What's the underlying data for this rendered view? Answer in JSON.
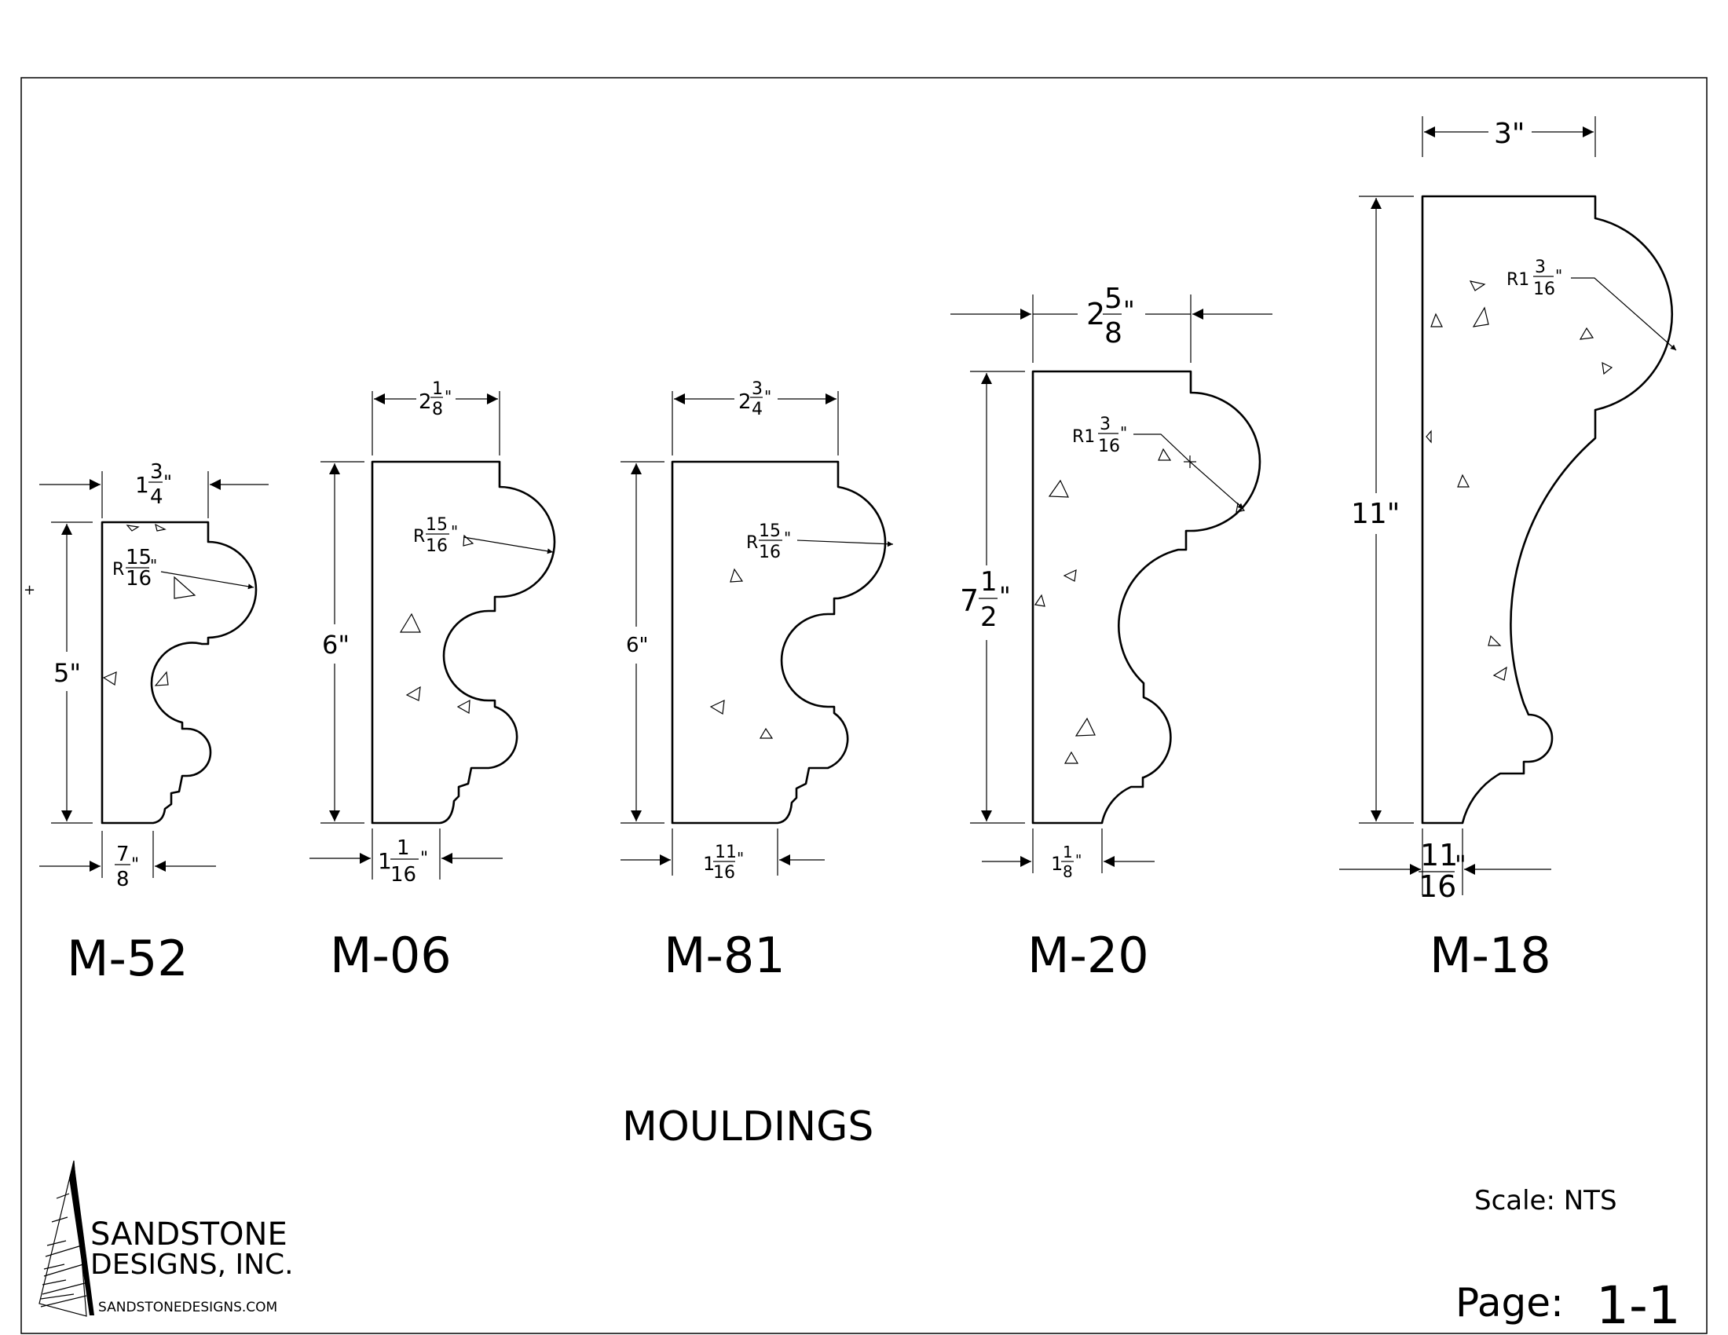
{
  "sheet": {
    "title": "MOULDINGS",
    "scale_label": "Scale: NTS",
    "page_label": "Page:",
    "page_number": "1-1"
  },
  "company": {
    "name_line1": "SANDSTONE",
    "name_line2": "DESIGNS, INC.",
    "website": "SANDSTONEDESIGNS.COM"
  },
  "mouldings": [
    {
      "id": "M-52",
      "width": {
        "whole": "1",
        "num": "3",
        "den": "4",
        "unit": "\""
      },
      "height": {
        "text": "5\""
      },
      "radius": {
        "prefix": "R",
        "num": "15",
        "den": "16",
        "unit": "\""
      },
      "base": {
        "whole": "",
        "num": "7",
        "den": "8",
        "unit": "\""
      }
    },
    {
      "id": "M-06",
      "width": {
        "whole": "2",
        "num": "1",
        "den": "8",
        "unit": "\""
      },
      "height": {
        "text": "6\""
      },
      "radius": {
        "prefix": "R",
        "num": "15",
        "den": "16",
        "unit": "\""
      },
      "base": {
        "whole": "1",
        "num": "1",
        "den": "16",
        "unit": "\""
      }
    },
    {
      "id": "M-81",
      "width": {
        "whole": "2",
        "num": "3",
        "den": "4",
        "unit": "\""
      },
      "height": {
        "text": "6\""
      },
      "radius": {
        "prefix": "R",
        "num": "15",
        "den": "16",
        "unit": "\""
      },
      "base": {
        "whole": "1",
        "num": "11",
        "den": "16",
        "unit": "\""
      }
    },
    {
      "id": "M-20",
      "width": {
        "whole": "2",
        "num": "5",
        "den": "8",
        "unit": "\""
      },
      "height": {
        "whole": "7",
        "num": "1",
        "den": "2",
        "unit": "\""
      },
      "radius": {
        "prefix": "R1",
        "num": "3",
        "den": "16",
        "unit": "\""
      },
      "base": {
        "whole": "1",
        "num": "1",
        "den": "8",
        "unit": "\""
      }
    },
    {
      "id": "M-18",
      "width": {
        "text": "3\""
      },
      "height": {
        "text": "11\""
      },
      "radius": {
        "prefix": "R1",
        "num": "3",
        "den": "16",
        "unit": "\""
      },
      "base": {
        "whole": "",
        "num": "11",
        "den": "16",
        "unit": "\""
      }
    }
  ]
}
